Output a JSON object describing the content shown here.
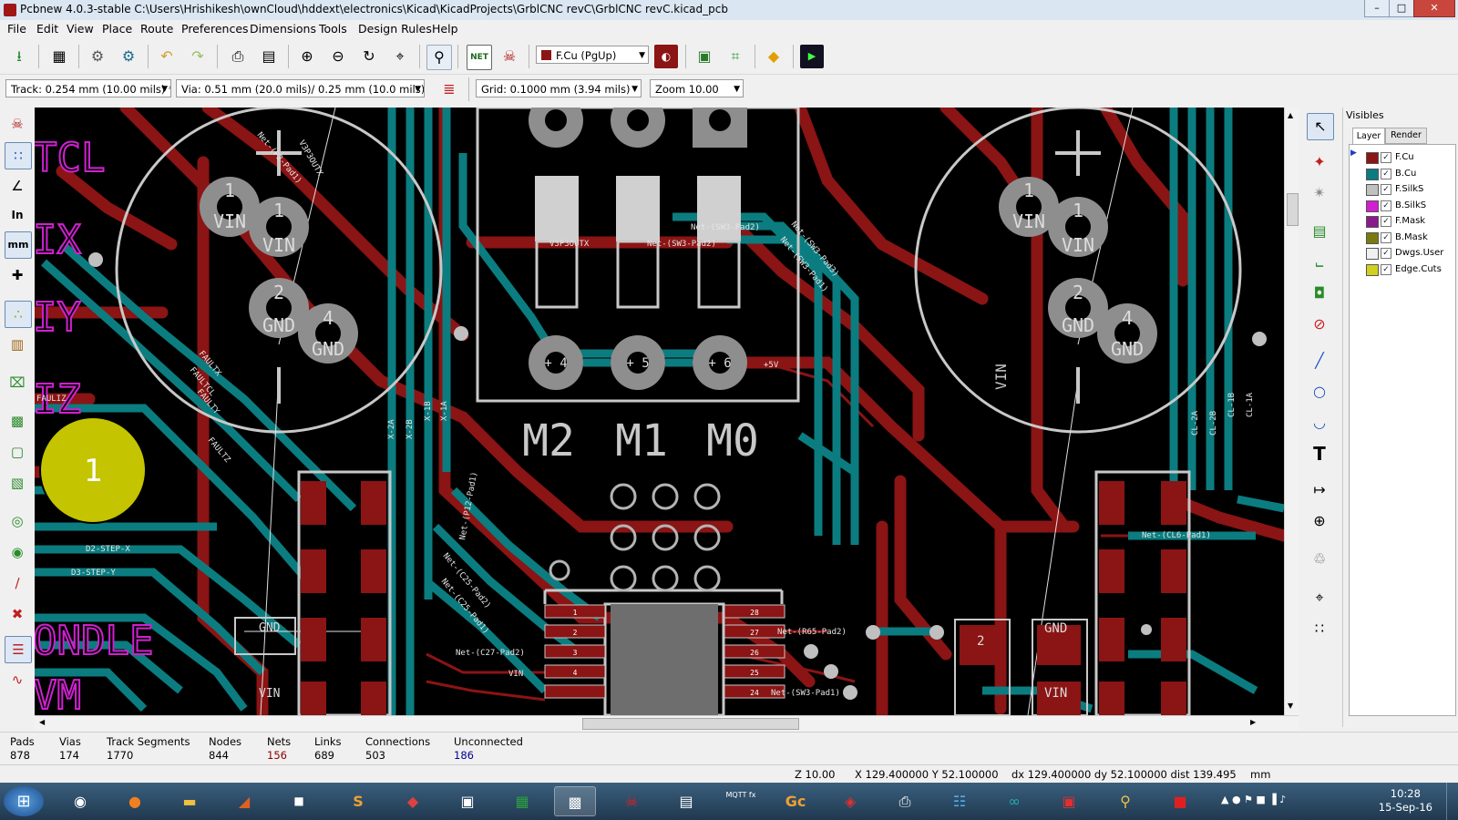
{
  "window": {
    "title": "Pcbnew 4.0.3-stable C:\\Users\\Hrishikesh\\ownCloud\\hddext\\electronics\\Kicad\\KicadProjects\\GrblCNC revC\\GrblCNC revC.kicad_pcb",
    "minimize": "–",
    "maximize": "□",
    "close": "✕"
  },
  "menu": [
    "File",
    "Edit",
    "View",
    "Place",
    "Route",
    "Preferences",
    "Dimensions",
    "Tools",
    "Design Rules",
    "Help"
  ],
  "toolbar": {
    "icons": [
      "save-icon",
      "page-settings-icon",
      "load-footprint-icon",
      "footprint-editor-icon",
      "undo-icon",
      "redo-icon",
      "print-icon",
      "plot-icon",
      "zoom-in-icon",
      "zoom-out-icon",
      "redraw-icon",
      "zoom-fit-icon",
      "find-icon",
      "netlist-icon",
      "drc-icon"
    ],
    "net_label": "NET",
    "layer_select": "F.Cu (PgUp)",
    "layer_color": "#8b1414"
  },
  "options": {
    "track": "Track: 0.254 mm (10.00 mils) *",
    "via": "Via: 0.51 mm (20.0 mils)/ 0.25 mm (10.0 mils) *",
    "grid": "Grid: 0.1000 mm (3.94 mils)",
    "zoom": "Zoom 10.00"
  },
  "left_tools": [
    "drc-off-icon",
    "grid-toggle-icon",
    "polar-coords-icon",
    "inch-units-icon",
    "mm-units-icon",
    "cursor-shape-icon",
    "ratsnest-icon",
    "module-ratsnest-icon",
    "auto-delete-icon",
    "zone-fill-icon",
    "zone-outline-icon",
    "zone-sketch-icon",
    "pad-sketch-icon",
    "via-sketch-icon",
    "track-sketch-icon",
    "high-contrast-icon",
    "layers-manager-icon",
    "microwave-icon"
  ],
  "inch_label": "In",
  "mm_label": "mm",
  "right_tools": [
    "select-arrow-icon",
    "highlight-net-icon",
    "local-ratsnest-icon",
    "add-module-icon",
    "add-track-icon",
    "add-zone-icon",
    "keepout-icon",
    "add-line-icon",
    "add-circle-icon",
    "add-arc-icon",
    "add-text-icon",
    "add-dimension-icon",
    "add-target-icon",
    "delete-icon",
    "set-origin-icon",
    "grid-origin-icon"
  ],
  "text_tool": "T",
  "visibles": {
    "title": "Visibles",
    "tabs": [
      "Layer",
      "Render"
    ],
    "layers": [
      {
        "name": "F.Cu",
        "color": "#8b1414"
      },
      {
        "name": "B.Cu",
        "color": "#0b7d80"
      },
      {
        "name": "F.SilkS",
        "color": "#c0c0c0"
      },
      {
        "name": "B.SilkS",
        "color": "#d020d0"
      },
      {
        "name": "F.Mask",
        "color": "#8a1a8a"
      },
      {
        "name": "B.Mask",
        "color": "#7a7a10"
      },
      {
        "name": "Dwgs.User",
        "color": "#f0f0f0"
      },
      {
        "name": "Edge.Cuts",
        "color": "#d0d020"
      }
    ]
  },
  "board_text": {
    "left_silk": [
      "TCL",
      "IX",
      "IY",
      "IZ",
      "ONDLE",
      "VM"
    ],
    "mounting_pad": "1",
    "pad_labels": [
      "1",
      "1",
      "2",
      "4",
      "VIN",
      "VIN",
      "GND",
      "GND"
    ],
    "motor_labels": [
      "M2",
      "M1",
      "M0"
    ],
    "nets": [
      "Net-(P2-Pad1)",
      "V3P3OUTX",
      "Net-(SW3-Pad2)",
      "Net-(SW3-Pad3)",
      "Net-(SW3-Pad1)",
      "FAULTX",
      "FAULTCL",
      "FAULTY",
      "FAULTZ",
      "FAULIZ",
      "D2-STEP-X",
      "D3-STEP-Y",
      "Net-(P12-Pad1)",
      "Net-(C25-Pad2)",
      "Net-(C25-Pad1)",
      "Net-(C27-Pad2)",
      "Net-(R65-Pad2)",
      "Net-(SW3-Pad1)",
      "+5V",
      "VIN",
      "Net-(CL6-Pad1)",
      "X-2A",
      "X-2B",
      "X-1B",
      "X-1A",
      "CL-2A",
      "CL-2B",
      "CL-1B",
      "CL-1A"
    ],
    "sw_labels": [
      "+ 4",
      "+ 5",
      "+ 6"
    ],
    "vin_label": "VIN",
    "gnd_label": "GND",
    "ic_pins_left": [
      "1",
      "2",
      "3",
      "4"
    ],
    "ic_pins_right": [
      "28",
      "27",
      "26",
      "25",
      "24"
    ],
    "two_label": "2"
  },
  "msg_panel": [
    {
      "label": "Pads",
      "value": "878",
      "color": "#000000"
    },
    {
      "label": "Vias",
      "value": "174",
      "color": "#000000"
    },
    {
      "label": "Track Segments",
      "value": "1770",
      "color": "#000000"
    },
    {
      "label": "Nodes",
      "value": "844",
      "color": "#000000"
    },
    {
      "label": "Nets",
      "value": "156",
      "color": "#8b0000"
    },
    {
      "label": "Links",
      "value": "689",
      "color": "#000000"
    },
    {
      "label": "Connections",
      "value": "503",
      "color": "#000000"
    },
    {
      "label": "Unconnected",
      "value": "186",
      "color": "#00008b"
    }
  ],
  "status": {
    "zoom": "Z 10.00",
    "xy": "X 129.400000  Y 52.100000",
    "delta": "dx 129.400000  dy 52.100000  dist 139.495",
    "units": "mm"
  },
  "taskbar": {
    "apps": [
      "start-orb-icon",
      "chrome-icon",
      "firefox-icon",
      "explorer-icon",
      "matlab-icon",
      "cmd-icon",
      "sublime-icon",
      "eraser-app-icon",
      "notes-app-icon",
      "excel-icon",
      "kicad-icon",
      "bug-app-icon",
      "calculator-icon",
      "mqtt-fx-icon",
      "gc-app-icon",
      "sketchup-icon",
      "scanner-icon",
      "network-tool-icon",
      "arduino-icon",
      "toolbox-icon",
      "search-app-icon",
      "pdf-icon"
    ],
    "mqtt_label": "MQTT fx",
    "gc_label": "Gc",
    "sublime_label": "S",
    "time": "10:28",
    "date": "15-Sep-16"
  }
}
